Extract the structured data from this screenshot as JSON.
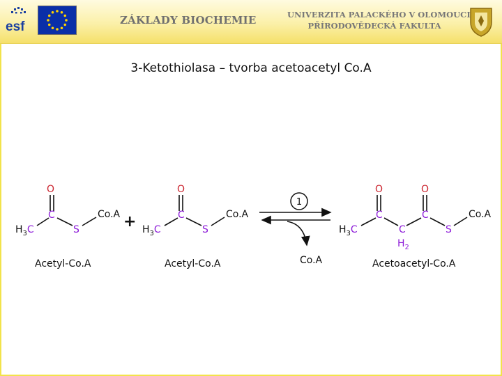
{
  "header": {
    "logo_left": "esf",
    "course_title": "ZÁKLADY BIOCHEMIE",
    "university_line1": "UNIVERZITA PALACKÉHO V OLOMOUCI",
    "university_line2": "PŘÍRODOVĚDECKÁ FAKULTA",
    "icons": [
      "esf-logo",
      "eu-flag-icon",
      "university-shield-icon"
    ]
  },
  "slide": {
    "title": "3-Ketothiolasa – tvorba acetoacetyl Co.A"
  },
  "reaction": {
    "plus": "+",
    "step_number": "1",
    "byproduct": "Co.A",
    "atoms": {
      "O": "O",
      "C": "C",
      "S": "S",
      "H3C_main": "H",
      "H3C_sub": "3",
      "H3C_tail": "C",
      "H2_main": "H",
      "H2_sub": "2",
      "CoA": "Co.A"
    },
    "reactant1_name": "Acetyl-Co.A",
    "reactant2_name": "Acetyl-Co.A",
    "product_name": "Acetoacetyl-Co.A"
  },
  "colors": {
    "oxygen": "#cc2630",
    "carbon": "#8c1ad8",
    "sulfur": "#8c1ad8",
    "text": "#111111",
    "header_band": "#f5e06a"
  }
}
